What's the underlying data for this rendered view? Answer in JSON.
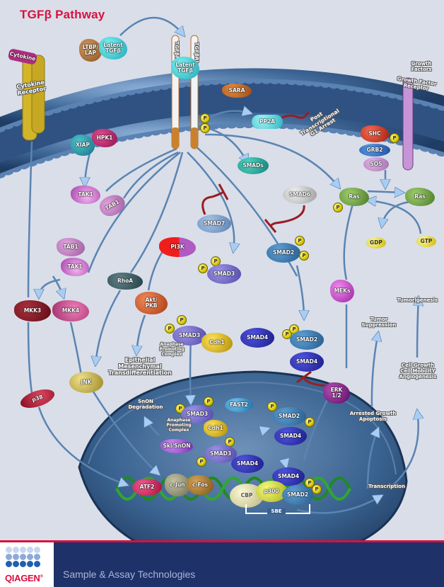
{
  "title": "TGFβ Pathway",
  "colors": {
    "title": "#d9103e",
    "background": "#d9dee9",
    "membrane": "#3e6594",
    "nucleus": "#345c88",
    "arrow": "#9fc6ee",
    "inhibitor": "#9b1c24",
    "footer_bg": "#1e3169",
    "footer_stripe": "#d9103e",
    "footer_text": "#a9b6d6"
  },
  "phospho_label": "P",
  "nodes": {
    "cytokine": "Cytokine",
    "cytokine_receptor": "Cytokine\nReceptor",
    "ltbp_lap": "LTBP/\nLAP",
    "latent_tgfb_free": "Latent\nTGFβ",
    "tgfbr2": "TGFβRII",
    "tgfbr1": "TGFβRI",
    "latent_tgfb_bound": "Latent\nTGFβ",
    "sara": "SARA",
    "pp2a": "PP2A",
    "growth_factors": "Growth\nFactors",
    "growth_factor_receptor": "Growth Factor\nReceptor",
    "xiap": "XIAP",
    "hpk1": "HPK1",
    "shc": "SHC",
    "grb2": "GRB2",
    "sos": "SOS",
    "smads": "SMADs",
    "tak1_top": "TAK1",
    "tab1_top": "TAB1",
    "smad6": "SMAD6",
    "smad7": "SMAD7",
    "ras_left": "Ras",
    "ras_right": "Ras",
    "gdp": "GDP",
    "gtp": "GTP",
    "tab1_mid": "TAB1",
    "tak1_mid": "TAK1",
    "pi3k": "PI3K",
    "smad3_upper": "SMAD3",
    "smad2_upper": "SMAD2",
    "rhoa": "RhoA",
    "akt_pkb": "Akt/\nPKB",
    "mkk3": "MKK3",
    "mkk4": "MKK4",
    "meks": "MEKs",
    "smad3_mid": "SMAD3",
    "cdh1_mid": "Cdh1",
    "apc_mid": "Anaphase\nPromoting\nComplex",
    "smad4_mid": "SMAD4",
    "smad2_mid": "SMAD2",
    "smad4_mid2": "SMAD4",
    "jnk": "JNK",
    "p38": "p38",
    "erk12": "ERK\n1/2",
    "snon_degradation": "SnON\nDegradation",
    "smad3_nuc": "SMAD3",
    "apc_nuc": "Anaphase\nPromoting\nComplex",
    "cdh1_nuc": "Cdh1",
    "fast2": "FAST2",
    "smad2_nuc": "SMAD2",
    "smad4_nuc": "SMAD4",
    "ski_snon": "Ski/SnON",
    "smad3_nuc2": "SMAD3",
    "smad4_nuc2": "SMAD4",
    "smad4_dna": "SMAD4",
    "atf2": "ATF2",
    "cjun": "c-Jun",
    "cfos": "c-Fos",
    "cbp": "CBP",
    "p300": "p300",
    "smad2_dna": "SMAD2",
    "sbe": "SBE"
  },
  "outcomes": {
    "post_transcriptional": "Post\nTranscriptional\nG1 Arrest",
    "emt": "Epithelial\nMesenchymal\nTransdifferentiation",
    "tumorigenesis": "Tumorigenesis",
    "tumor_suppression": "Tumor\nSuppression",
    "cell_growth": "Cell Growth\nCell MobilitY\nAngiogenesis",
    "arrested_growth": "Arrested Growth\nApoptosis",
    "transcription": "Transcription"
  },
  "footer": {
    "brand": "QIAGEN",
    "registered": "®",
    "tagline": "Sample & Assay Technologies"
  }
}
